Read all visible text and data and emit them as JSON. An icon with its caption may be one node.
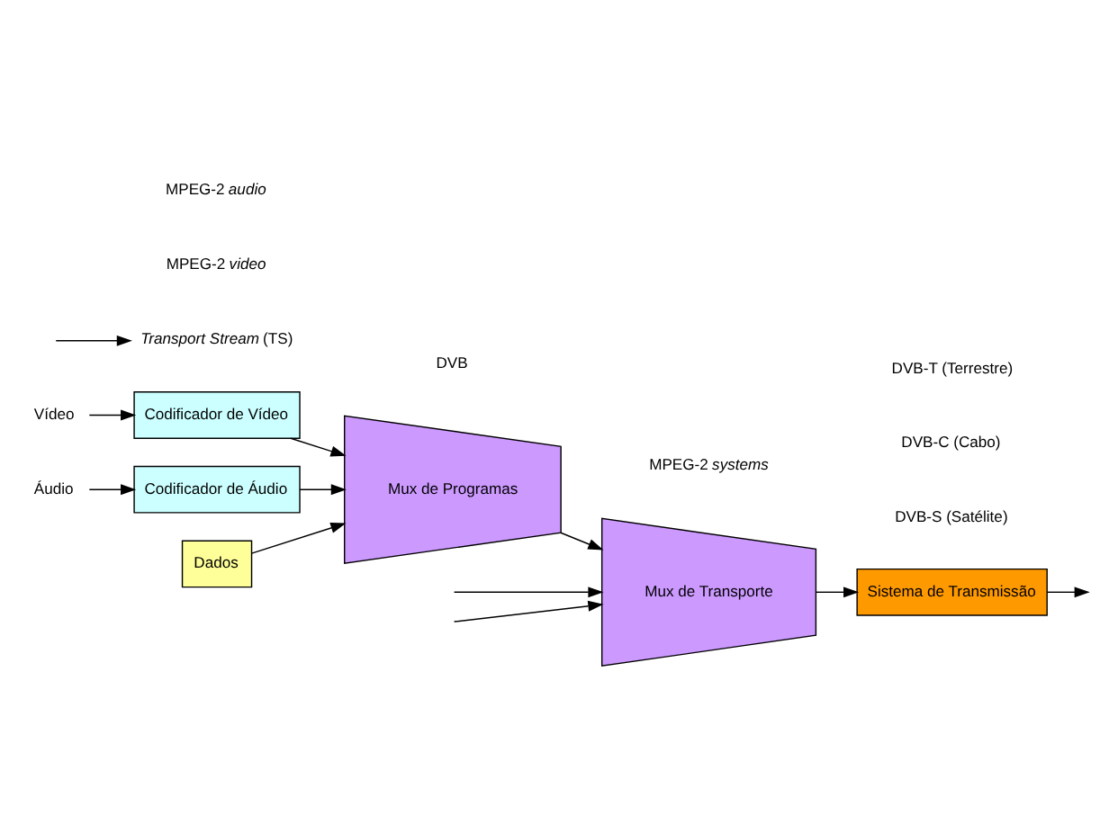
{
  "diagram": {
    "nodes": [
      {
        "text": [
          "Vídeo"
        ]
      },
      {
        "text": [
          "Codificador de Vídeo"
        ]
      },
      {
        "text": [
          "Áudio"
        ]
      },
      {
        "text": [
          "Codificador de Áudio"
        ]
      },
      {
        "text": [
          "Dados"
        ]
      },
      {
        "text": [
          "Mux de Programas"
        ]
      },
      {
        "text": [
          "Mux de Transporte"
        ]
      },
      {
        "text": [
          "Sistema de Transmissão"
        ]
      },
      {
        "text": [
          "*Transport Stream* (TS)"
        ]
      }
    ],
    "edges": [
      {
        "from": 0,
        "to": 1,
        "arrow": "to"
      },
      {
        "from": 2,
        "to": 3,
        "arrow": "to"
      },
      {
        "from": 1,
        "to": 5,
        "arrow": "to"
      },
      {
        "from": 3,
        "to": 5,
        "arrow": "to"
      },
      {
        "from": 4,
        "to": 5,
        "arrow": "to"
      },
      {
        "from": 5,
        "to": 6,
        "arrow": "to"
      },
      {
        "from": null,
        "to": 6,
        "arrow": "to"
      },
      {
        "from": null,
        "to": 6,
        "arrow": "to"
      },
      {
        "from": 6,
        "to": 7,
        "arrow": "to"
      },
      {
        "from": null,
        "to": 8,
        "arrow": "to"
      },
      {
        "from": 7,
        "to": null,
        "arrow": "to"
      }
    ],
    "labels": [
      "DVB",
      "MPEG-2 *video*",
      "MPEG-2 *audio*",
      "MPEG-2 *systems*",
      "DVB-S (Satélite)",
      "DVB-C (Cabo)",
      "DVB-T (Terrestre)"
    ]
  }
}
